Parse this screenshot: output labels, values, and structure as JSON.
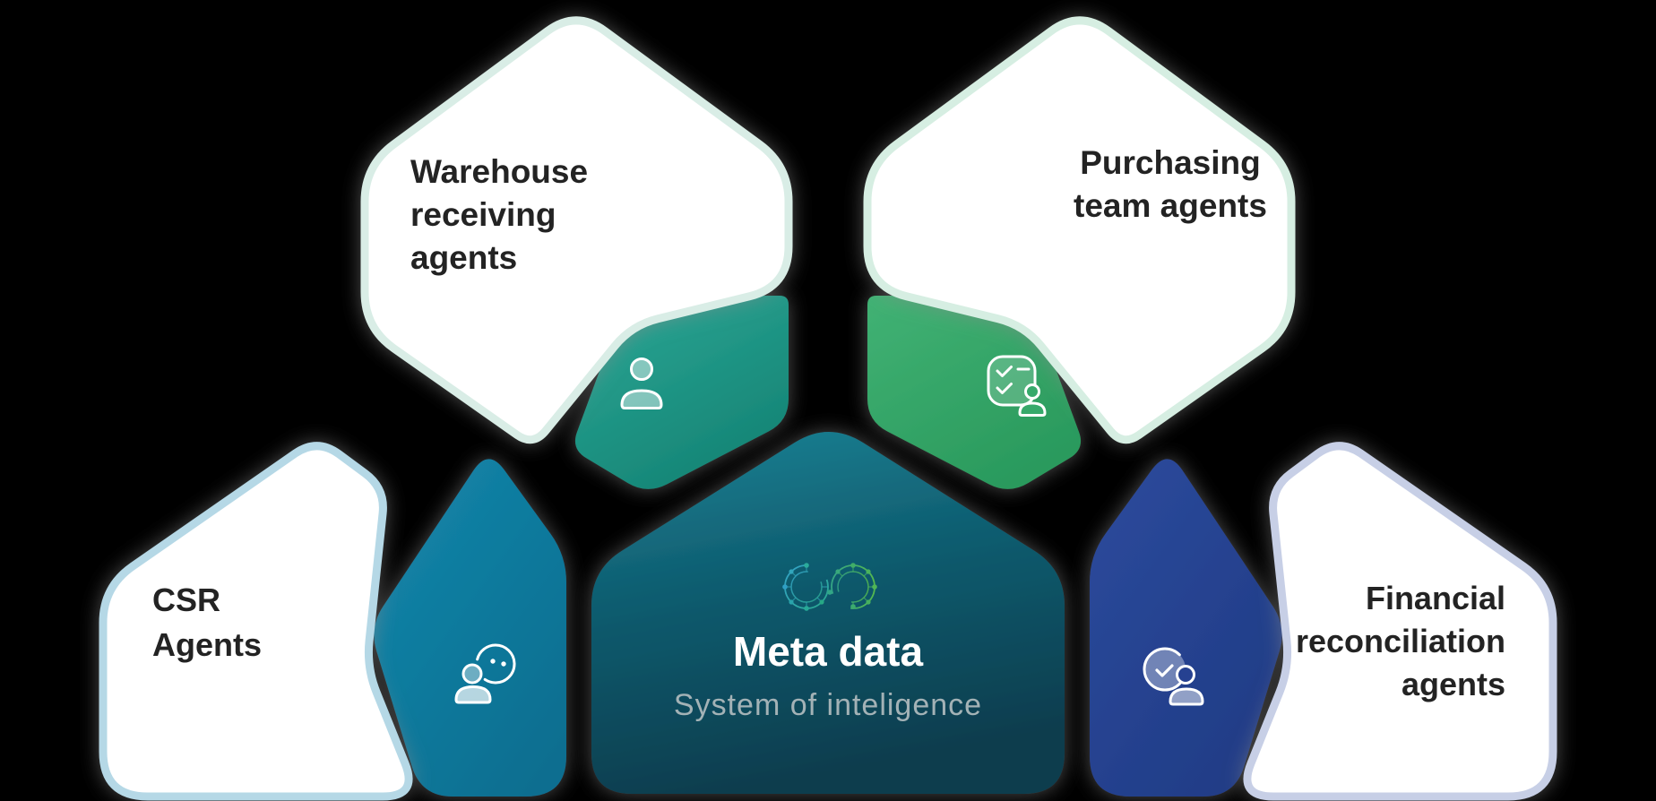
{
  "diagram_title": "Agent honeycomb diagram",
  "background_color": "#000000",
  "cells": [
    {
      "id": "warehouse",
      "label": "Warehouse\nreceiving\nagents",
      "icon": "person-icon",
      "tab_color": "#1f9a8c",
      "border_color": "#d9ede6"
    },
    {
      "id": "purchasing",
      "label": "Purchasing\nteam agents",
      "icon": "checklist-person-icon",
      "tab_color": "#37a96b",
      "border_color": "#d6eee2"
    },
    {
      "id": "csr",
      "label": "CSR\nAgents",
      "icon": "chat-person-icon",
      "tab_color": "#0e7ea0",
      "border_color": "#b5d8e6"
    },
    {
      "id": "financial",
      "label": "Financial\nreconciliation\nagents",
      "icon": "check-circle-person-icon",
      "tab_color": "#26418f",
      "border_color": "#c7cfe6"
    }
  ],
  "center": {
    "title": "Meta data",
    "subtitle": "System of inteligence",
    "icon": "network-infinity-icon",
    "hex_color_top": "#1b8496",
    "hex_color_bottom": "#093d4e",
    "title_color": "#ffffff",
    "subtitle_color": "#a3b2b6"
  }
}
